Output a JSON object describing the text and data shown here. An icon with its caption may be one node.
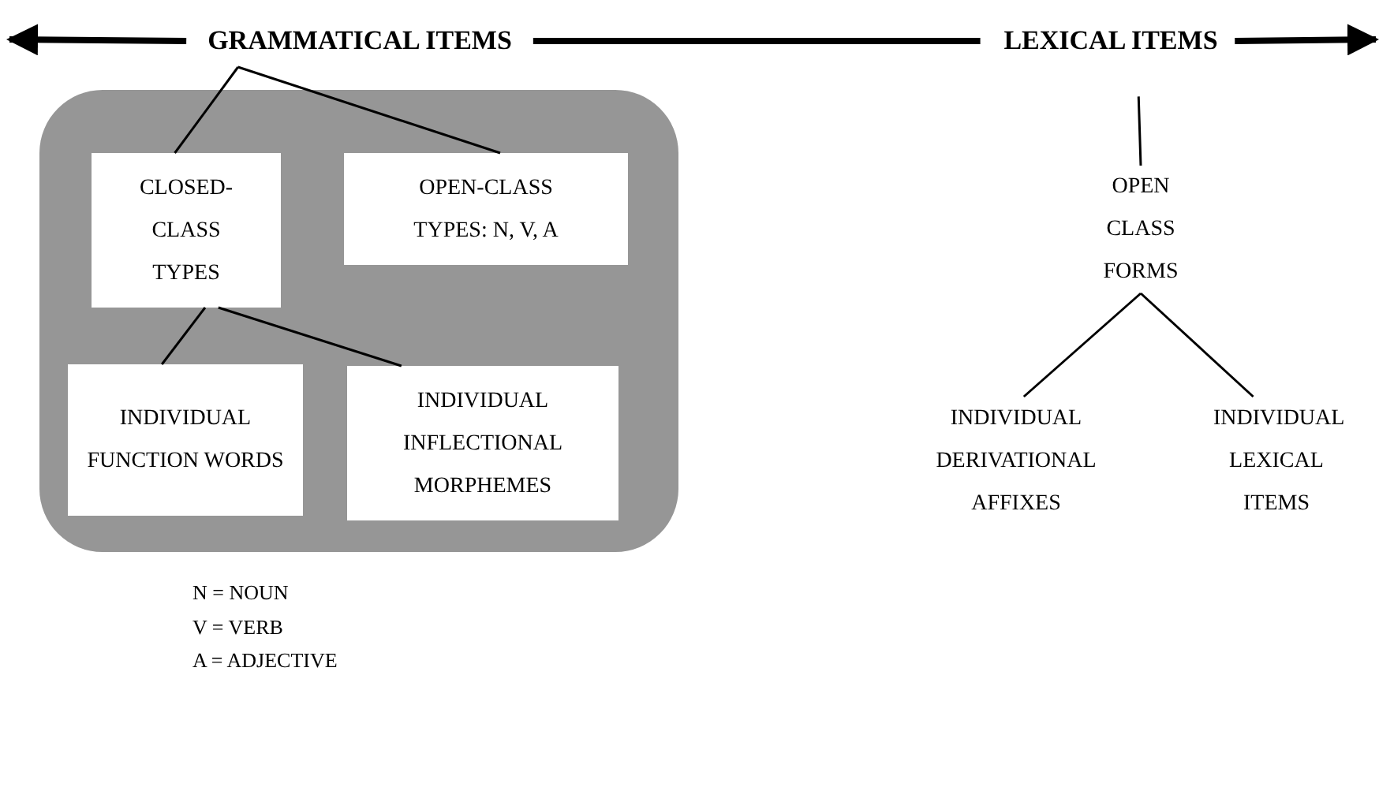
{
  "diagram": {
    "nodes": [
      {
        "text": [
          "GRAMMATICAL ITEMS"
        ]
      },
      {
        "text": [
          "LEXICAL ITEMS"
        ]
      },
      {
        "text": [],
        "shape": "box"
      },
      {
        "text": [
          "CLOSED-CLASS TYPES"
        ],
        "in": 2
      },
      {
        "text": [
          "OPEN-CLASS TYPES: N, V, A"
        ],
        "in": 2
      },
      {
        "text": [
          "INDIVIDUAL FUNCTION WORDS"
        ],
        "in": 2
      },
      {
        "text": [
          "INDIVIDUAL INFLECTIONAL MORPHEMES"
        ],
        "in": 2
      },
      {
        "text": [
          "OPEN CLASS FORMS"
        ]
      },
      {
        "text": [
          "INDIVIDUAL DERIVATIONAL AFFIXES"
        ]
      },
      {
        "text": [
          "INDIVIDUAL LEXICAL ITEMS"
        ]
      }
    ],
    "edges": [
      {
        "from": 0,
        "to": null,
        "arrow": "to",
        "style": "thick"
      },
      {
        "from": 0,
        "to": 1,
        "arrow": "none",
        "style": "thick"
      },
      {
        "from": 1,
        "to": null,
        "arrow": "to",
        "style": "thick"
      },
      {
        "from": 0,
        "to": 3,
        "arrow": "none"
      },
      {
        "from": 0,
        "to": 4,
        "arrow": "none"
      },
      {
        "from": 3,
        "to": 5,
        "arrow": "none"
      },
      {
        "from": 3,
        "to": 6,
        "arrow": "none"
      },
      {
        "from": 1,
        "to": 7,
        "arrow": "none"
      },
      {
        "from": 7,
        "to": 8,
        "arrow": "none"
      },
      {
        "from": 7,
        "to": 9,
        "arrow": "none"
      }
    ],
    "labels": [
      "N = NOUN",
      "V = VERB",
      "A = ADJECTIVE"
    ]
  }
}
